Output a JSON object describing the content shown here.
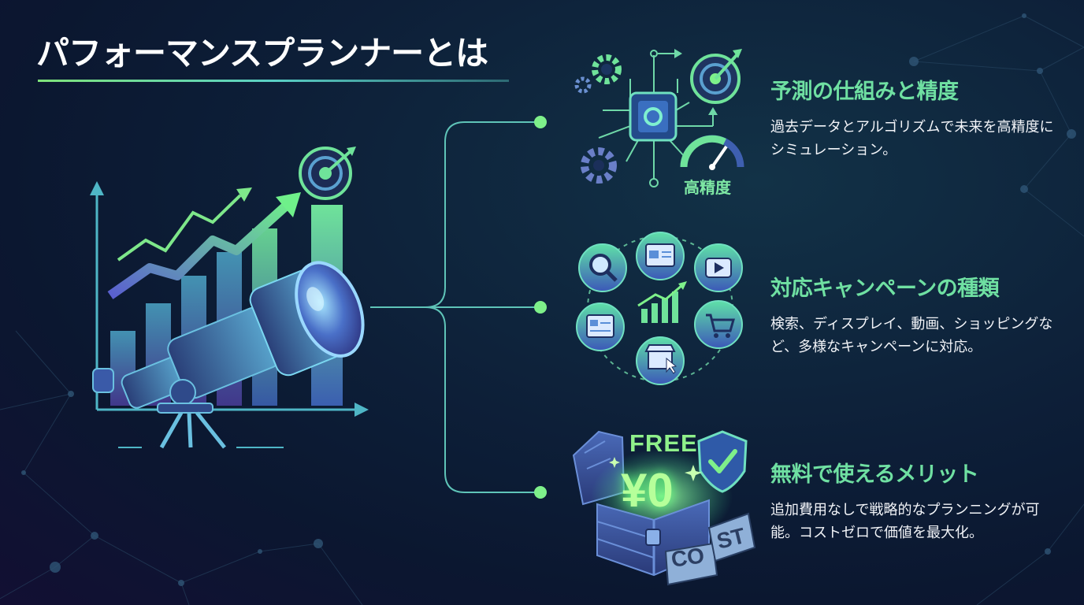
{
  "page": {
    "title": "パフォーマンスプランナーとは"
  },
  "features": [
    {
      "heading": "予測の仕組みと精度",
      "body": "過去データとアルゴリズムで未来を高精度にシミュレーション。",
      "icon": "cpu-gear-target-icon",
      "icon_label": "高精度"
    },
    {
      "heading": "対応キャンペーンの種類",
      "body": "検索、ディスプレイ、動画、ショッピングなど、多様なキャンペーンに対応。",
      "icon": "campaign-types-icon"
    },
    {
      "heading": "無料で使えるメリット",
      "body": "追加費用なしで戦略的なプランニングが可能。コストゼロで価値を最大化。",
      "icon": "treasure-chest-icon",
      "badge_free": "FREE",
      "badge_price": "¥0",
      "cost_left": "CO",
      "cost_right": "ST"
    }
  ],
  "colors": {
    "accent_green": "#6fe0a2",
    "connector": "#5fc4b8",
    "node": "#7ef08a",
    "bg_dark": "#0b1730"
  }
}
